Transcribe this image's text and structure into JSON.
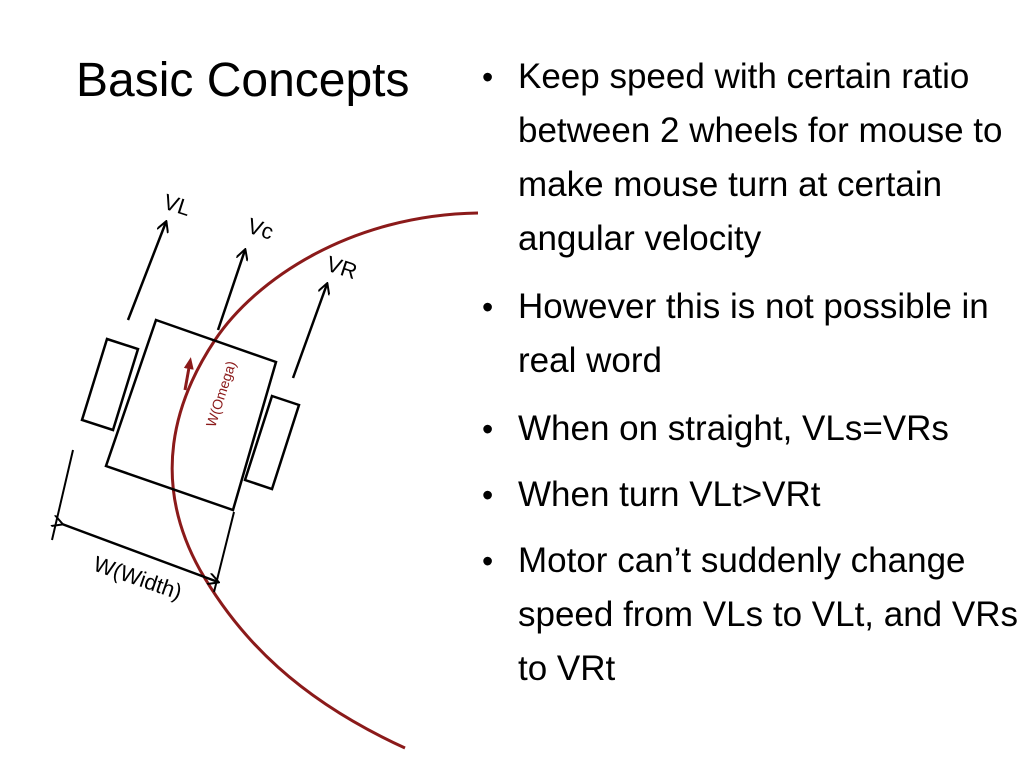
{
  "slide": {
    "title": "Basic Concepts",
    "bullets": [
      "Keep speed with certain ratio between  2 wheels for mouse to make mouse turn at certain angular velocity",
      "However this is not possible in real word",
      "When on straight, VLs=VRs",
      "When turn VLt>VRt",
      "Motor can’t suddenly change speed from  VLs to VLt, and VRs to VRt"
    ]
  },
  "diagram": {
    "labels": {
      "vl": "VL",
      "vc": "Vc",
      "vr": "VR",
      "omega": "W(Omega)",
      "width": "W(Width)"
    },
    "colors": {
      "lines": "#000000",
      "arc": "#8b1a1a",
      "omega_text": "#8b1a1a"
    }
  }
}
